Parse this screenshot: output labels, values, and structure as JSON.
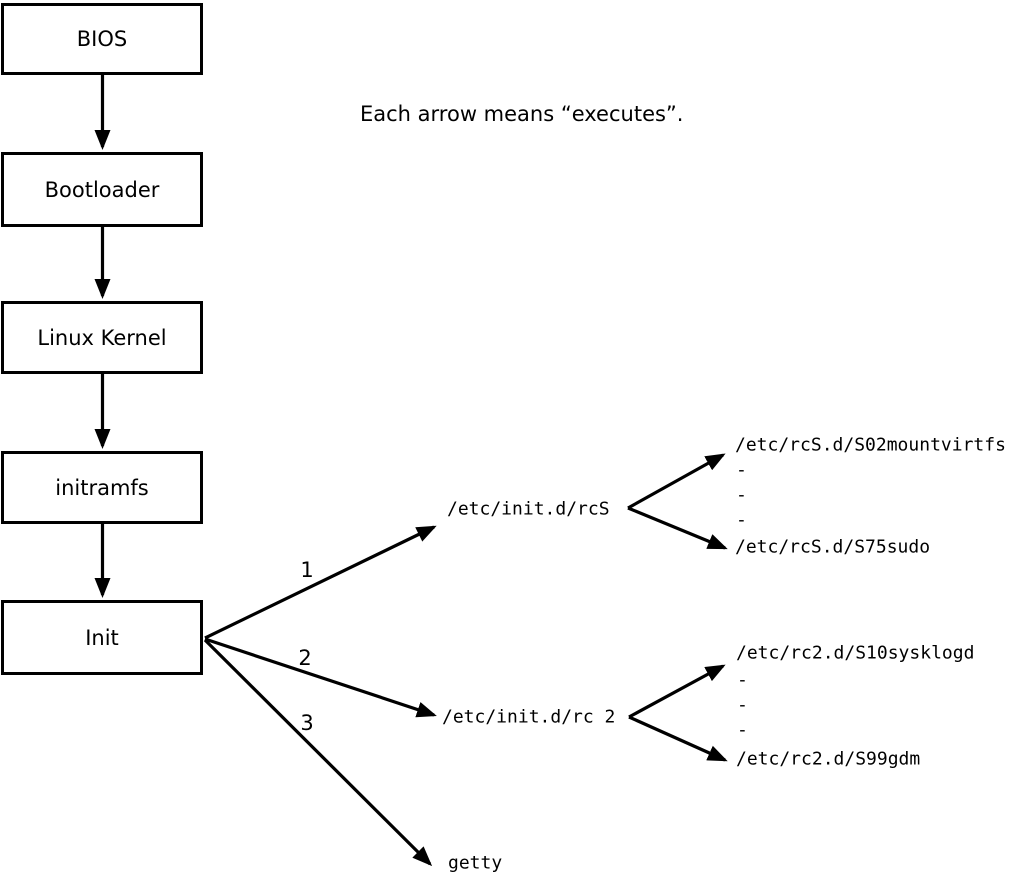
{
  "note": "Each arrow means “executes”.",
  "chain": [
    {
      "label": "BIOS"
    },
    {
      "label": "Bootloader"
    },
    {
      "label": "Linux Kernel"
    },
    {
      "label": "initramfs"
    },
    {
      "label": "Init"
    }
  ],
  "branches": [
    {
      "number": "1",
      "target": "/etc/init.d/rcS",
      "children": [
        "/etc/rcS.d/S02mountvirtfs",
        "-",
        "-",
        "-",
        "/etc/rcS.d/S75sudo"
      ]
    },
    {
      "number": "2",
      "target": "/etc/init.d/rc 2",
      "children": [
        "/etc/rc2.d/S10sysklogd",
        "-",
        "-",
        "-",
        "/etc/rc2.d/S99gdm"
      ]
    },
    {
      "number": "3",
      "target": "getty",
      "children": []
    }
  ],
  "colors": {
    "line": "#000000",
    "background": "#ffffff"
  }
}
